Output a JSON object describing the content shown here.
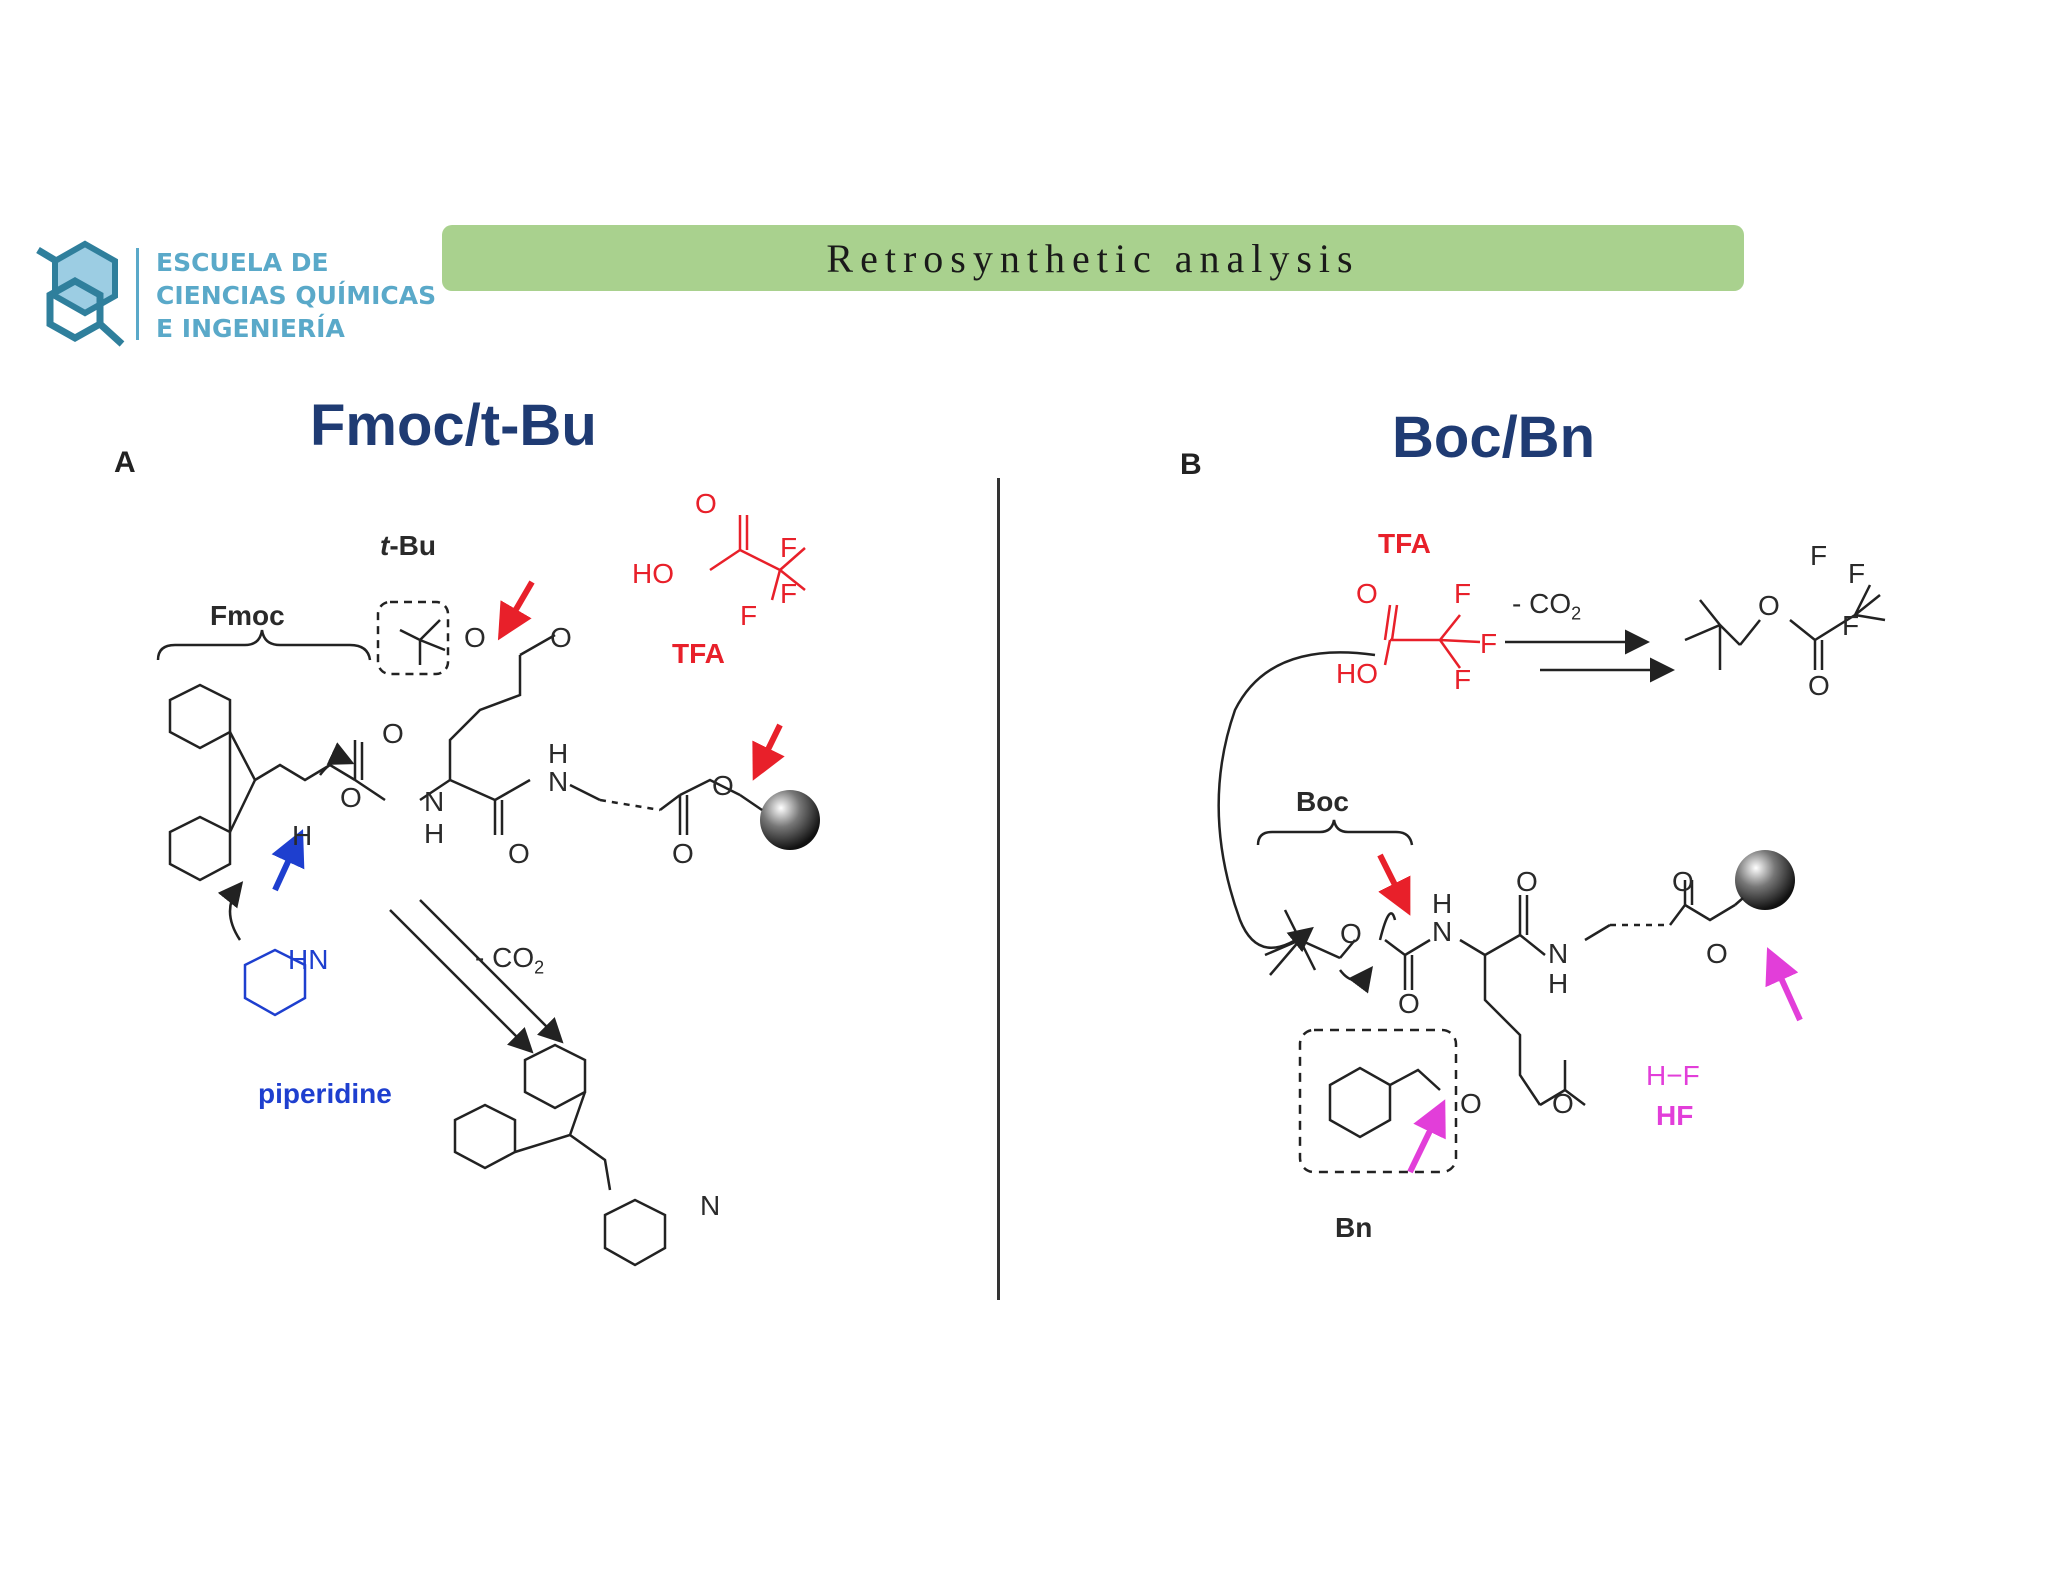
{
  "header": {
    "title": "Retrosynthetic analysis",
    "logo_lines": [
      "ESCUELA DE",
      "CIENCIAS QUÍMICAS",
      "E INGENIERÍA"
    ]
  },
  "panel_a": {
    "letter": "A",
    "title": "Fmoc/t-Bu",
    "labels": {
      "tbu_prefix": "t",
      "tbu_suffix": "-Bu",
      "fmoc": "Fmoc",
      "tfa": "TFA",
      "piperidine": "piperidine",
      "co2": "- CO",
      "co2_sub": "2",
      "ho": "HO",
      "hn": "HN",
      "o": "O",
      "f": "F",
      "n": "N",
      "h": "H"
    }
  },
  "panel_b": {
    "letter": "B",
    "title": "Boc/Bn",
    "labels": {
      "tfa": "TFA",
      "co2": "- CO",
      "co2_sub": "2",
      "boc": "Boc",
      "bn": "Bn",
      "hf_bond": "H−F",
      "hf": "HF",
      "ho": "HO",
      "o": "O",
      "f": "F",
      "n": "N",
      "h": "H"
    }
  },
  "colors": {
    "banner": "#a9d18e",
    "title": "#1f3b73",
    "red": "#e8202a",
    "blue": "#1e3fcf",
    "magenta": "#e23ed9",
    "logo": "#5aa9c9"
  }
}
